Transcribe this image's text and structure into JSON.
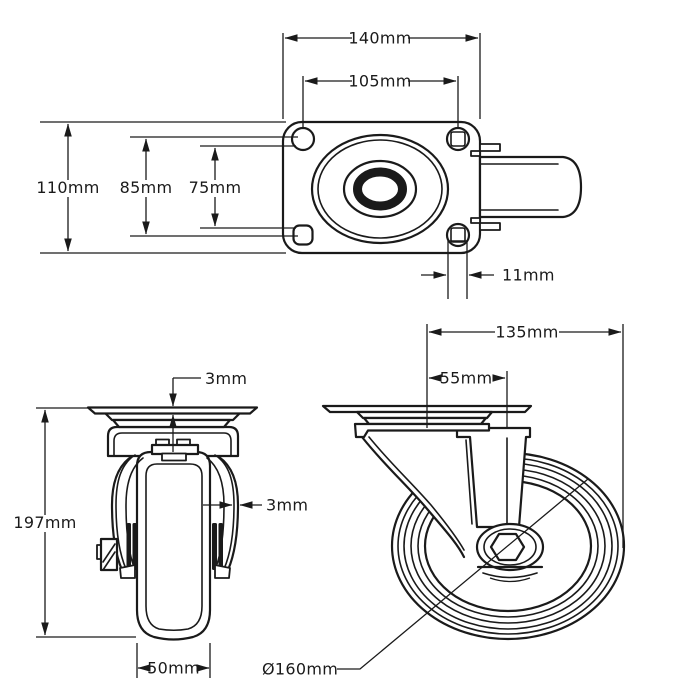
{
  "drawing": {
    "background": "#ffffff",
    "line_color": "#1a1a1a",
    "views": {
      "top": {
        "dims": {
          "plate_width": "140mm",
          "bolt_spacing_width": "105mm",
          "plate_depth": "110mm",
          "bolt_spacing_depth": "85mm",
          "bolt_slot_spacing": "75mm",
          "bolt_hole_diameter": "11mm"
        }
      },
      "front": {
        "dims": {
          "plate_thickness": "3mm",
          "fork_material_thickness": "3mm",
          "overall_height": "197mm",
          "wheel_width": "50mm"
        }
      },
      "side": {
        "dims": {
          "overall_length": "135mm",
          "swivel_offset": "55mm",
          "wheel_diameter": "Ø160mm"
        }
      }
    }
  }
}
